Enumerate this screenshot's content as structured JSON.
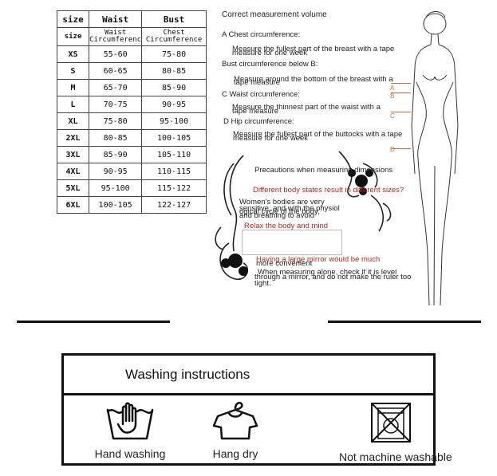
{
  "size_table": {
    "headers": [
      "size",
      "Waist",
      "Bust"
    ],
    "subheaders": [
      "size",
      "Waist",
      "Circumferenc",
      "Chest",
      "Circumference"
    ],
    "rows": [
      [
        "XS",
        "55-60",
        "75-80"
      ],
      [
        "S",
        "60-65",
        "80-85"
      ],
      [
        "M",
        "65-70",
        "85-90"
      ],
      [
        "L",
        "70-75",
        "90-95"
      ],
      [
        "XL",
        "75-80",
        "95-100"
      ],
      [
        "2XL",
        "80-85",
        "100-105"
      ],
      [
        "3XL",
        "85-90",
        "105-110"
      ],
      [
        "4XL",
        "90-95",
        "110-115"
      ],
      [
        "5XL",
        "95-100",
        "115-122"
      ],
      [
        "6XL",
        "100-105",
        "122-127"
      ]
    ]
  },
  "measurement": {
    "title": "Correct measurement volume",
    "a_label": "A Chest circumference:",
    "a_line1": "Measure the fullest part of the breast with a tape",
    "a_line2": "measure for one week",
    "b_label": "Bust circumference below B:",
    "b_line1": "Measure around the bottom of the breast with a",
    "b_line2": "tape measure",
    "c_label": "C Waist circumference:",
    "c_line1": "Measure the thinnest part of the waist with a",
    "c_line2": "tape measure",
    "d_label": "D Hip circumference:",
    "d_line1": "Measure the fullest part of the buttocks with a tape",
    "d_line2": "measure for one week",
    "precautions": "Precautions when measuring dimensions",
    "q1": "Different body states result in different sizes?",
    "p1_line1": "Women's bodies are very",
    "p1_line2": "sensitive, and with the physiol",
    "p1_line3": "ogical cycle of the body,",
    "p1_line4": "and breathing to avoid",
    "relax": "Relax the body and mind",
    "mirror": "Having a large mirror would be much",
    "mirror2": "more convenient",
    "alone1": "When measuring alone, check if it is level",
    "alone2": "through a mirror, and do not make the ruler too",
    "alone3": "tight."
  },
  "figure_marks": [
    "A",
    "B",
    "C",
    "D"
  ],
  "washing": {
    "title": "Washing instructions",
    "items": [
      {
        "label": "Hand washing",
        "icon": "hand-wash-icon"
      },
      {
        "label": "Hang dry",
        "icon": "hang-dry-icon"
      },
      {
        "label": "Not machine washable",
        "icon": "no-machine-wash-icon"
      }
    ]
  }
}
